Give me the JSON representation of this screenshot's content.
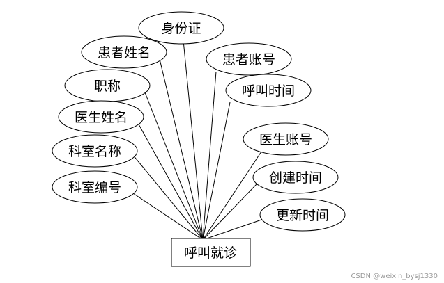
{
  "entity": {
    "label": "呼叫就诊"
  },
  "attributes": [
    {
      "id": "attr-id-card",
      "label": "身份证"
    },
    {
      "id": "attr-patient-name",
      "label": "患者姓名"
    },
    {
      "id": "attr-patient-account",
      "label": "患者账号"
    },
    {
      "id": "attr-job-title",
      "label": "职称"
    },
    {
      "id": "attr-call-time",
      "label": "呼叫时间"
    },
    {
      "id": "attr-doctor-name",
      "label": "医生姓名"
    },
    {
      "id": "attr-doctor-account",
      "label": "医生账号"
    },
    {
      "id": "attr-department-name",
      "label": "科室名称"
    },
    {
      "id": "attr-create-time",
      "label": "创建时间"
    },
    {
      "id": "attr-department-code",
      "label": "科室编号"
    },
    {
      "id": "attr-update-time",
      "label": "更新时间"
    }
  ],
  "watermark": "CSDN @weixin_bysj1330"
}
